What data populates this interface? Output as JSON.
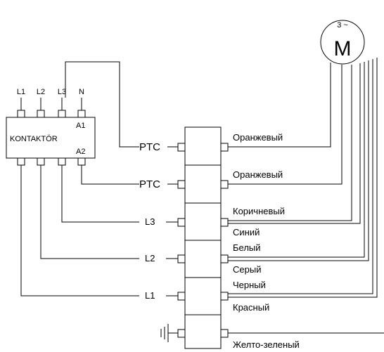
{
  "motor": {
    "phases": "3 ~",
    "label": "M"
  },
  "contactor": {
    "name": "KONTAKTÖR",
    "top_terminals": [
      "L1",
      "L2",
      "L3",
      "N"
    ],
    "coil_a1": "A1",
    "coil_a2": "A2"
  },
  "terminal_labels": [
    "PTC",
    "PTC",
    "L3",
    "L2",
    "L1"
  ],
  "wire_colors": [
    "Оранжевый",
    "Оранжевый",
    "Коричневый",
    "Синий",
    "Белый",
    "Серый",
    "Черный",
    "Красный",
    "Желто-зеленый"
  ]
}
